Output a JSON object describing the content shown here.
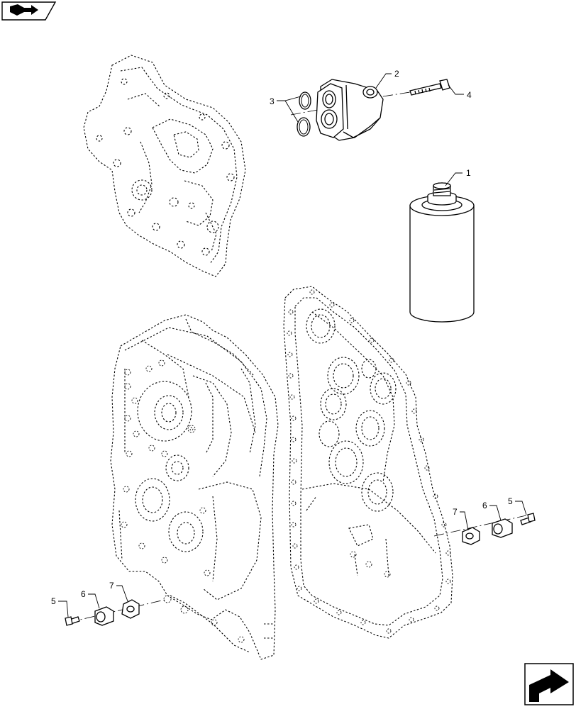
{
  "nav": {
    "top_icon": "folded-page-arrow-icon",
    "bottom_icon": "next-page-arrow-icon"
  },
  "callouts": {
    "filter_cartridge": "1",
    "filter_head": "2",
    "o_rings": "3",
    "head_bolt": "4",
    "plug_bolt_right": "5",
    "plug_bolt_left": "5",
    "plug_cover_right": "6",
    "plug_cover_left": "6",
    "plug_gasket_right": "7",
    "plug_gasket_left": "7"
  }
}
